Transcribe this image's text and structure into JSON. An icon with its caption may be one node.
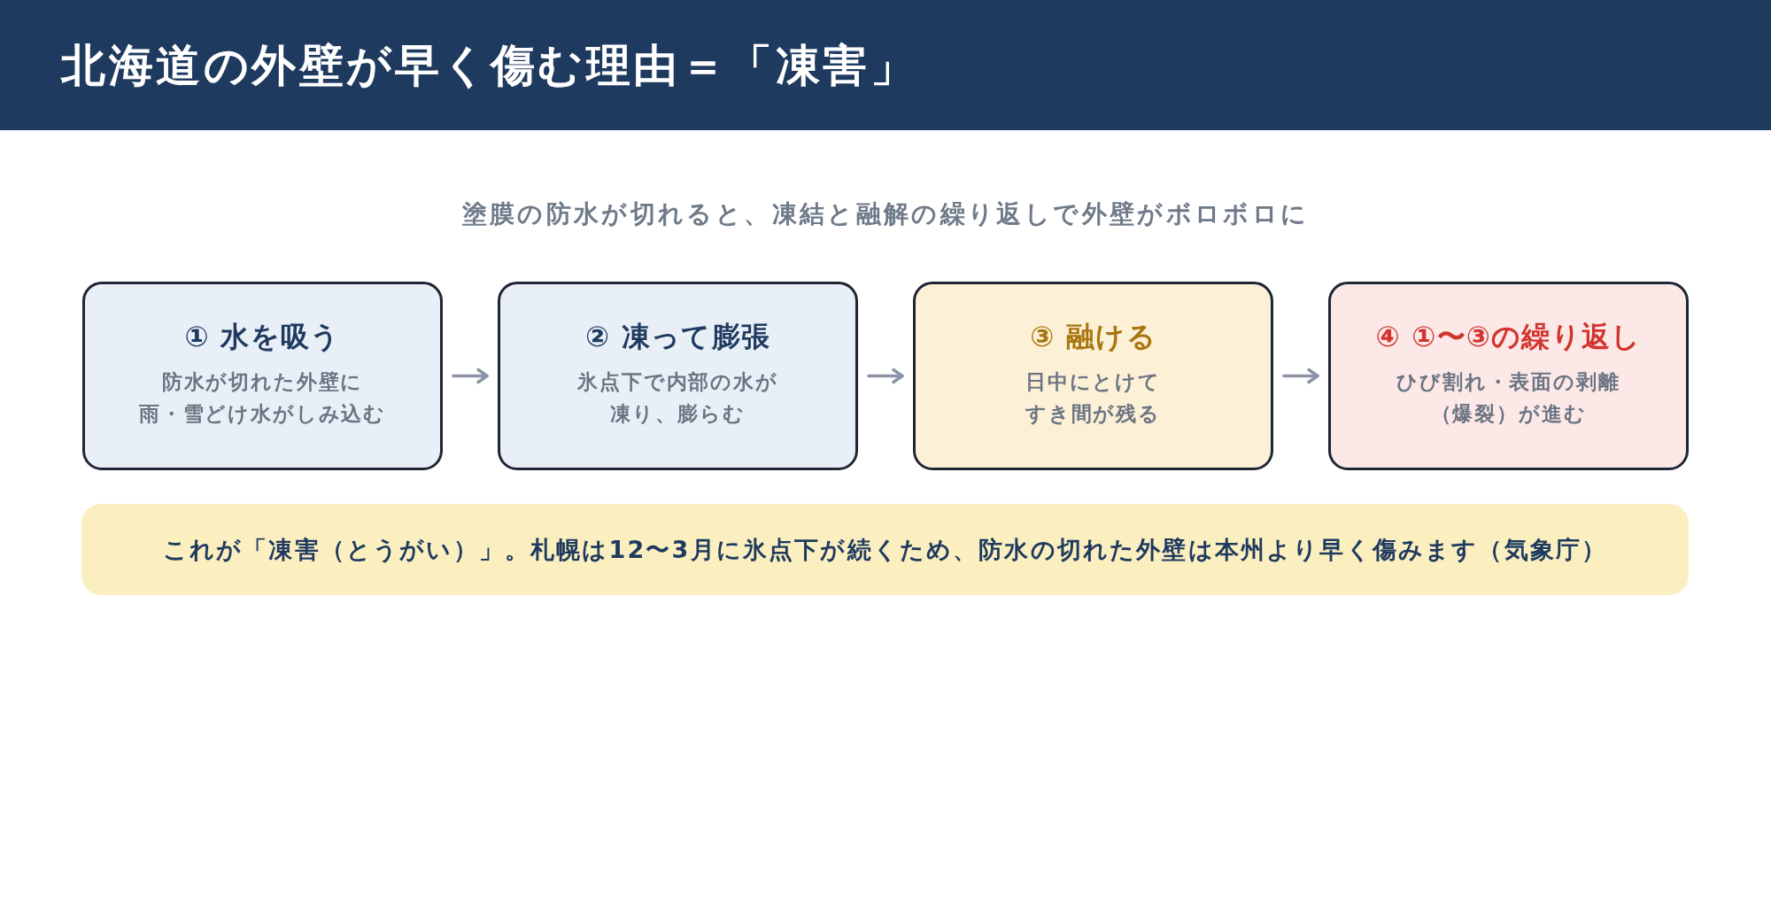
{
  "diagram": {
    "title": "北海道の外壁が早く傷む理由＝「凍害」",
    "nodes": [
      {
        "text": [
          "① 水を吸う",
          "防水が切れた外壁に雨・雪どけ水がしみ込む"
        ]
      },
      {
        "text": [
          "② 凍って膨張",
          "氷点下で内部の水が凍り、膨らむ"
        ]
      },
      {
        "text": [
          "③ 融ける",
          "日中にとけてすき間が残る"
        ]
      },
      {
        "text": [
          "④ ①〜③の繰り返し",
          "ひび割れ・表面の剥離（爆裂）が進む"
        ]
      },
      {
        "text": [
          "これが「凍害（とうがい）」。札幌は12〜3月に氷点下が続くため、防水の切れた外壁は本州より早く傷みます（気象庁）"
        ]
      }
    ],
    "edges": [
      {
        "from": 0,
        "to": 1,
        "arrow": "to"
      },
      {
        "from": 1,
        "to": 2,
        "arrow": "to"
      },
      {
        "from": 2,
        "to": 3,
        "arrow": "to"
      }
    ],
    "labels": [
      "塗膜の防水が切れると、凍結と融解の繰り返しで外壁がボロボロに"
    ]
  }
}
